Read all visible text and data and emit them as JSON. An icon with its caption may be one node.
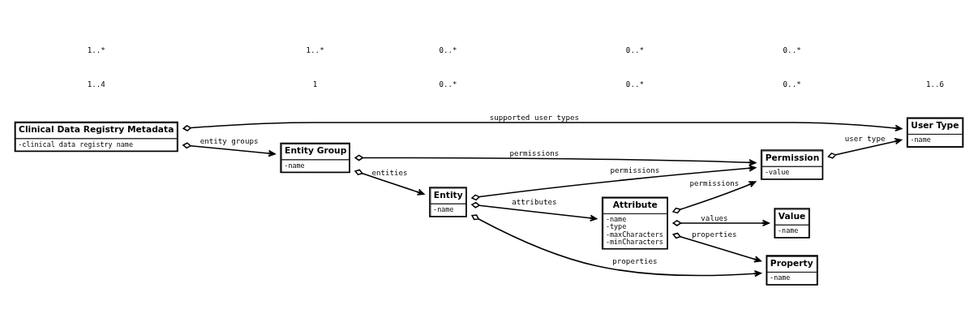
{
  "diagram": {
    "nodes": [
      {
        "text": [
          "User Type",
          "-name"
        ]
      },
      {
        "text": [
          "Permission",
          "-value"
        ]
      },
      {
        "text": [
          "Clinical Data Registry Metadata",
          "-clinical data registry name"
        ]
      },
      {
        "text": [
          "Entity Group",
          "-name"
        ]
      },
      {
        "text": [
          "Entity",
          "-name"
        ]
      },
      {
        "text": [
          "Attribute",
          "-name",
          "-type",
          "-maxCharacters",
          "-minCharacters"
        ]
      },
      {
        "text": [
          "Value",
          "-name"
        ]
      },
      {
        "text": [
          "Property",
          "-name"
        ]
      }
    ],
    "edges": [
      {
        "from": 2,
        "to": 0,
        "arrow": "to",
        "label": "supported user types"
      },
      {
        "from": 1,
        "to": 0,
        "arrow": "to",
        "label": "user type"
      },
      {
        "from": 3,
        "to": 1,
        "arrow": "to",
        "label": "permissions"
      },
      {
        "from": 5,
        "to": 1,
        "arrow": "to",
        "label": "permissions"
      },
      {
        "from": 4,
        "to": 1,
        "arrow": "to",
        "label": "permissions"
      },
      {
        "from": 2,
        "to": 3,
        "arrow": "to",
        "label": "entity groups"
      },
      {
        "from": 3,
        "to": 4,
        "arrow": "to",
        "label": "entities"
      },
      {
        "from": 4,
        "to": 5,
        "arrow": "to",
        "label": "attributes"
      },
      {
        "from": 5,
        "to": 6,
        "arrow": "to",
        "label": "values"
      },
      {
        "from": 4,
        "to": 7,
        "arrow": "to",
        "label": "properties"
      },
      {
        "from": 5,
        "to": 7,
        "arrow": "to",
        "label": "properties"
      }
    ],
    "labels": [
      "1..4",
      "1",
      "0..*",
      "0..*",
      "0..*",
      "1..6",
      "1..*",
      "1..*",
      "0..*",
      "0..*",
      "0..*"
    ]
  }
}
